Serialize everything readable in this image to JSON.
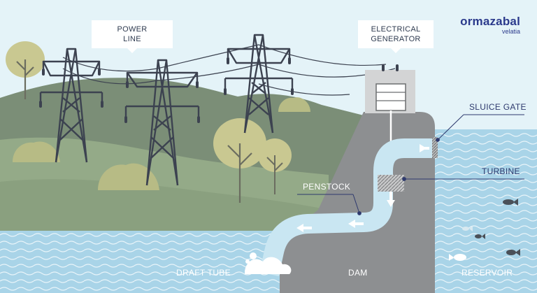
{
  "logo": {
    "brand": "ormazabal",
    "sub": "velatia"
  },
  "labels": {
    "power_line": [
      "POWER",
      "LINE"
    ],
    "electrical_generator": [
      "ELECTRICAL",
      "GENERATOR"
    ],
    "sluice_gate": "SLUICE GATE",
    "turbine": "TURBINE",
    "penstock": "PENSTOCK",
    "draft_tube": "DRAFT TUBE",
    "dam": "DAM",
    "reservoir": "RESERVOIR"
  },
  "colors": {
    "sky": "#e4f3f8",
    "hill_back": "#7b8e77",
    "hill_front": "#94aa88",
    "water": "#a9d4e8",
    "dam": "#8d8f91",
    "pipe": "#c9e6f2",
    "tower": "#3c4250",
    "tree": "#c9c891",
    "label_dark": "#2e3a6e",
    "brand": "#2b3a8c"
  }
}
